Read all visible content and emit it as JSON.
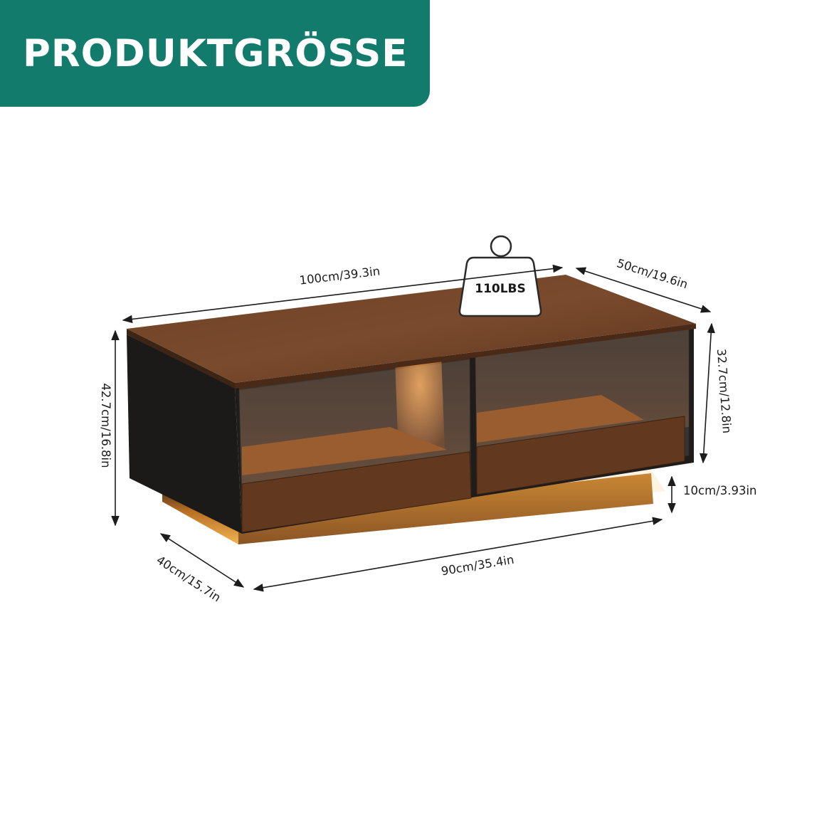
{
  "header": {
    "title": "PRODUKTGRÖSSE"
  },
  "weight": {
    "label": "110LBS",
    "icon": "weight-icon"
  },
  "dimensions": {
    "top_length": "100cm/39.3in",
    "top_depth": "50cm/19.6in",
    "total_height": "42.7cm/16.8in",
    "body_height": "32.7cm/12.8in",
    "base_height": "10cm/3.93in",
    "base_length": "90cm/35.4in",
    "base_depth": "40cm/15.7in"
  },
  "colors": {
    "header": "#127b6c",
    "walnut": "#6b3f24",
    "black_body": "#1b1a19",
    "led_glow": "#e8a436"
  }
}
